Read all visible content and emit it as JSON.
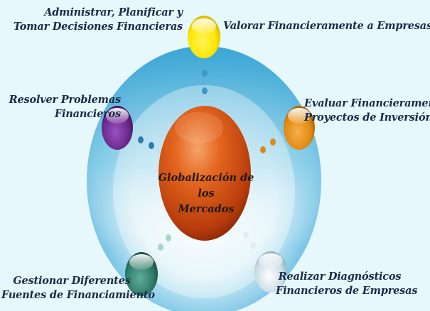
{
  "center": {
    "line1": "Globalización de los",
    "line2": "Mercados"
  },
  "nodes": {
    "top": {
      "label_left_1": "Administrar, Planificar y",
      "label_left_2": "Tomar Decisiones Financieras",
      "label_right": "Valorar Financieramente a Empresas",
      "color": "#ffe600"
    },
    "left": {
      "line1": "Resolver Problemas",
      "line2": "Financieros",
      "color": "#6a2a8c"
    },
    "right": {
      "line1": "Evaluar Financieramente",
      "line2": "Proyectos de Inversión",
      "color": "#e08a10"
    },
    "bottom_left": {
      "line1": "Gestionar Diferentes",
      "line2": "Fuentes de Financiamiento",
      "color": "#2e7a68"
    },
    "bottom_right": {
      "line1": "Realizar Diagnósticos",
      "line2": "Financieros de Empresas",
      "color": "#c9dde4"
    }
  },
  "colors": {
    "background": "#e6f8fb",
    "ellipse_outer": "#3aa6d4",
    "center_sphere": "#d9501a"
  }
}
